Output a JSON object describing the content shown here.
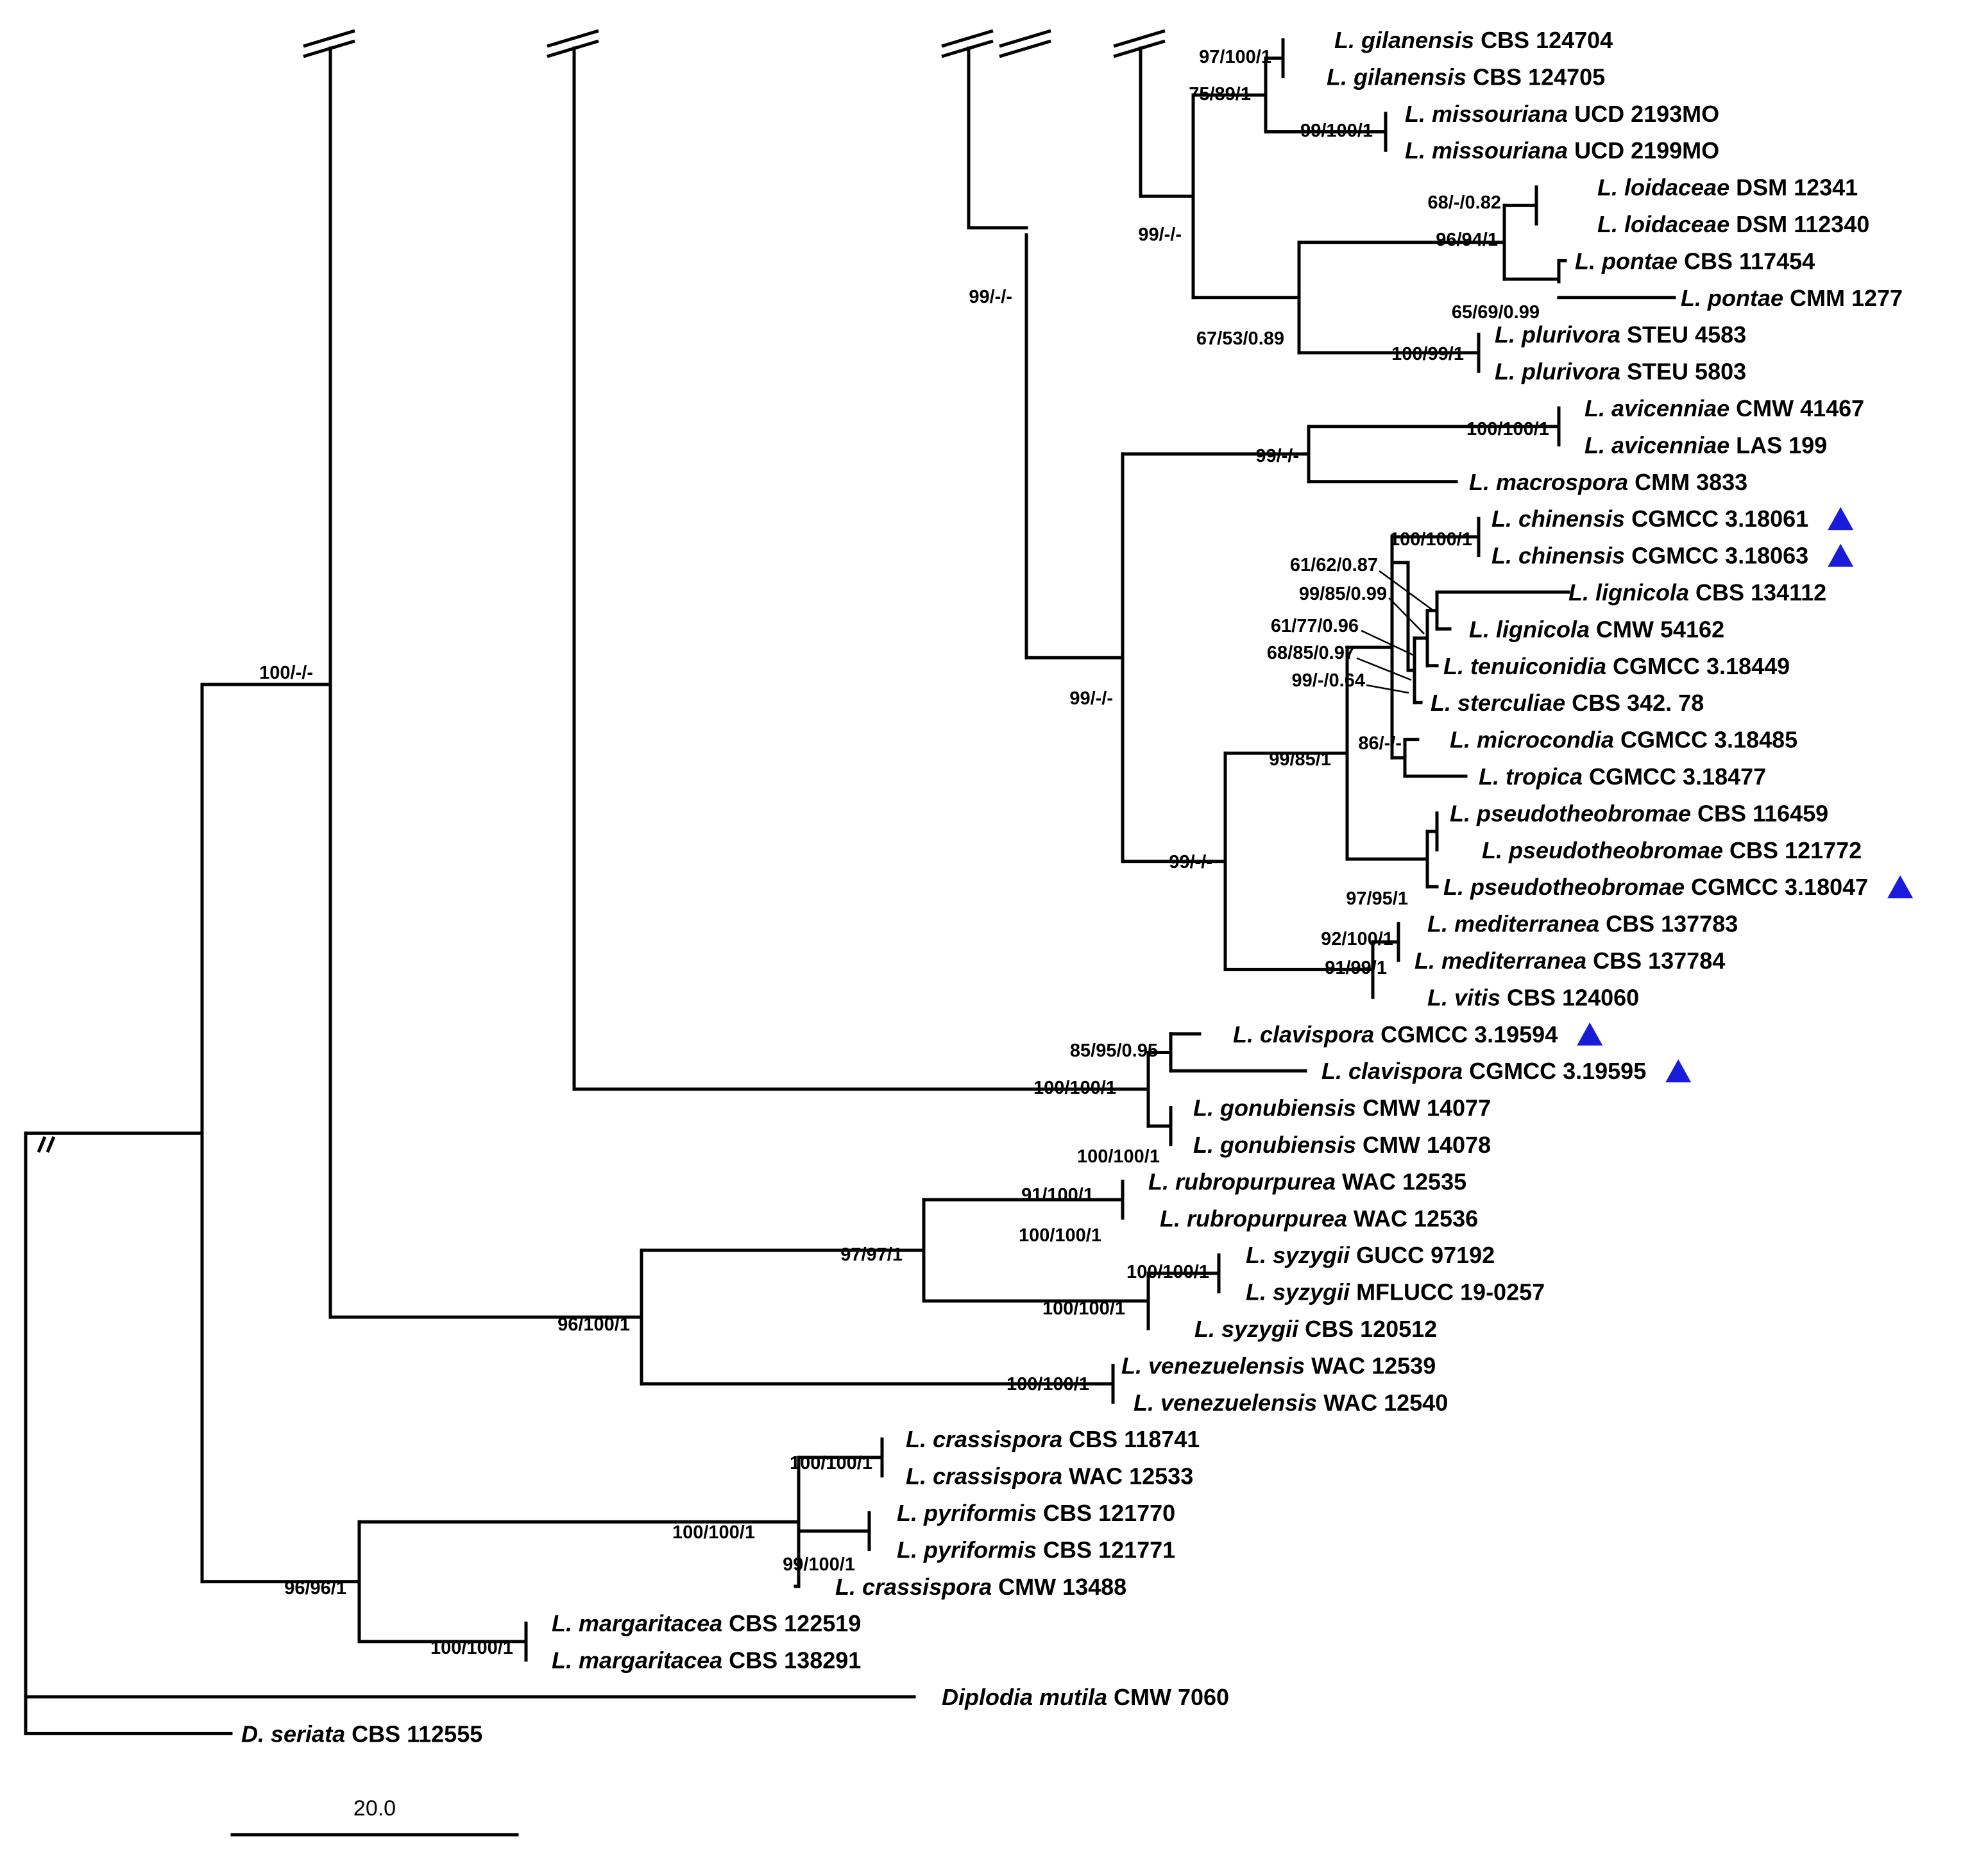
{
  "taxa": [
    {
      "id": "t1",
      "genus": "L. gilanensis",
      "strain": "CBS 124704"
    },
    {
      "id": "t2",
      "genus": "L. gilanensis",
      "strain": "CBS 124705"
    },
    {
      "id": "t3",
      "genus": "L. missouriana",
      "strain": "UCD 2193MO"
    },
    {
      "id": "t4",
      "genus": "L. missouriana",
      "strain": "UCD 2199MO"
    },
    {
      "id": "t5",
      "genus": "L. loidaceae",
      "strain": "DSM 12341"
    },
    {
      "id": "t6",
      "genus": "L. loidaceae",
      "strain": "DSM 112340"
    },
    {
      "id": "t7",
      "genus": "L. pontae",
      "strain": "CBS 117454"
    },
    {
      "id": "t8",
      "genus": "L. pontae",
      "strain": "CMM 1277"
    },
    {
      "id": "t9",
      "genus": "L. plurivora",
      "strain": "STEU 4583"
    },
    {
      "id": "t10",
      "genus": "L. plurivora",
      "strain": "STEU 5803"
    },
    {
      "id": "t11",
      "genus": "L. avicenniae",
      "strain": "CMW 41467"
    },
    {
      "id": "t12",
      "genus": "L. avicenniae",
      "strain": "LAS 199"
    },
    {
      "id": "t13",
      "genus": "L. macrospora",
      "strain": "CMM 3833"
    },
    {
      "id": "t14",
      "genus": "L. chinensis",
      "strain": "CGMCC 3.18061",
      "marker": true
    },
    {
      "id": "t15",
      "genus": "L. chinensis",
      "strain": "CGMCC 3.18063",
      "marker": true
    },
    {
      "id": "t16",
      "genus": "L. lignicola",
      "strain": "CBS 134112"
    },
    {
      "id": "t17",
      "genus": "L. lignicola",
      "strain": "CMW 54162"
    },
    {
      "id": "t18",
      "genus": "L. tenuiconidia",
      "strain": "CGMCC 3.18449"
    },
    {
      "id": "t19",
      "genus": "L. sterculiae",
      "strain": "CBS 342. 78"
    },
    {
      "id": "t20",
      "genus": "L. microcondia",
      "strain": "CGMCC 3.18485"
    },
    {
      "id": "t21",
      "genus": "L. tropica",
      "strain": "CGMCC 3.18477"
    },
    {
      "id": "t22",
      "genus": "L. pseudotheobromae",
      "strain": "CBS 116459"
    },
    {
      "id": "t23",
      "genus": "L. pseudotheobromae",
      "strain": "CBS 121772"
    },
    {
      "id": "t24",
      "genus": "L. pseudotheobromae",
      "strain": "CGMCC 3.18047",
      "marker": true
    },
    {
      "id": "t25",
      "genus": "L. mediterranea",
      "strain": "CBS 137783"
    },
    {
      "id": "t26",
      "genus": "L. mediterranea",
      "strain": "CBS 137784"
    },
    {
      "id": "t27",
      "genus": "L. vitis",
      "strain": "CBS 124060"
    },
    {
      "id": "t28",
      "genus": "L. clavispora",
      "strain": "CGMCC 3.19594",
      "marker": true
    },
    {
      "id": "t29",
      "genus": "L. clavispora",
      "strain": "CGMCC 3.19595",
      "marker": true
    },
    {
      "id": "t30",
      "genus": "L. gonubiensis",
      "strain": "CMW 14077"
    },
    {
      "id": "t31",
      "genus": "L. gonubiensis",
      "strain": "CMW 14078"
    },
    {
      "id": "t32",
      "genus": "L. rubropurpurea",
      "strain": "WAC 12535"
    },
    {
      "id": "t33",
      "genus": "L. rubropurpurea",
      "strain": "WAC 12536"
    },
    {
      "id": "t34",
      "genus": "L. syzygii",
      "strain": "GUCC 97192"
    },
    {
      "id": "t35",
      "genus": "L. syzygii",
      "strain": "MFLUCC 19-0257"
    },
    {
      "id": "t36",
      "genus": "L. syzygii",
      "strain": "CBS 120512"
    },
    {
      "id": "t37",
      "genus": "L. venezuelensis",
      "strain": "WAC 12539"
    },
    {
      "id": "t38",
      "genus": "L. venezuelensis",
      "strain": "WAC 12540"
    },
    {
      "id": "t39",
      "genus": "L. crassispora",
      "strain": "CBS 118741"
    },
    {
      "id": "t40",
      "genus": "L. crassispora",
      "strain": "WAC 12533"
    },
    {
      "id": "t41",
      "genus": "L. pyriformis",
      "strain": "CBS 121770"
    },
    {
      "id": "t42",
      "genus": "L. pyriformis",
      "strain": "CBS 121771"
    },
    {
      "id": "t43",
      "genus": "L. crassispora",
      "strain": "CMW 13488"
    },
    {
      "id": "t44",
      "genus": "L. margaritacea",
      "strain": "CBS 122519"
    },
    {
      "id": "t45",
      "genus": "L. margaritacea",
      "strain": "CBS 138291"
    },
    {
      "id": "t46",
      "genus": "Diplodia mutila",
      "strain": "CMW 7060"
    },
    {
      "id": "t47",
      "genus": "D. seriata",
      "strain": "CBS 112555"
    }
  ],
  "supports": [
    {
      "id": "s1",
      "text": "97/100/1"
    },
    {
      "id": "s2",
      "text": "75/89/1"
    },
    {
      "id": "s3",
      "text": "99/100/1"
    },
    {
      "id": "s4",
      "text": "68/-/0.82"
    },
    {
      "id": "s5",
      "text": "96/94/1"
    },
    {
      "id": "s6",
      "text": "99/-/-"
    },
    {
      "id": "s7",
      "text": "65/69/0.99"
    },
    {
      "id": "s8",
      "text": "99/-/-"
    },
    {
      "id": "s9",
      "text": "67/53/0.89"
    },
    {
      "id": "s10",
      "text": "100/99/1"
    },
    {
      "id": "s11",
      "text": "100/100/1"
    },
    {
      "id": "s12",
      "text": "99/-/-"
    },
    {
      "id": "s13",
      "text": "100/100/1"
    },
    {
      "id": "s14",
      "text": "61/62/0.87"
    },
    {
      "id": "s15",
      "text": "99/85/0.99"
    },
    {
      "id": "s16",
      "text": "61/77/0.96"
    },
    {
      "id": "s17",
      "text": "68/85/0.97"
    },
    {
      "id": "s18",
      "text": "99/-/0.64"
    },
    {
      "id": "s19",
      "text": "100/-/-"
    },
    {
      "id": "s20",
      "text": "99/-/-"
    },
    {
      "id": "s21",
      "text": "86/-/-"
    },
    {
      "id": "s22",
      "text": "99/85/1"
    },
    {
      "id": "s23",
      "text": "99/-/-"
    },
    {
      "id": "s24",
      "text": "97/95/1"
    },
    {
      "id": "s25",
      "text": "92/100/1"
    },
    {
      "id": "s26",
      "text": "91/99/1"
    },
    {
      "id": "s27",
      "text": "85/95/0.95"
    },
    {
      "id": "s28",
      "text": "100/100/1"
    },
    {
      "id": "s29",
      "text": "100/100/1"
    },
    {
      "id": "s30",
      "text": "91/100/1"
    },
    {
      "id": "s31",
      "text": "100/100/1"
    },
    {
      "id": "s32",
      "text": "97/97/1"
    },
    {
      "id": "s33",
      "text": "100/100/1"
    },
    {
      "id": "s34",
      "text": "100/100/1"
    },
    {
      "id": "s35",
      "text": "96/100/1"
    },
    {
      "id": "s36",
      "text": "100/100/1"
    },
    {
      "id": "s37",
      "text": "100/100/1"
    },
    {
      "id": "s38",
      "text": "100/100/1"
    },
    {
      "id": "s39",
      "text": "99/100/1"
    },
    {
      "id": "s40",
      "text": "96/96/1"
    },
    {
      "id": "s41",
      "text": "100/100/1"
    }
  ],
  "scale_bar": {
    "label": "20.0"
  },
  "marker_color": "#1a1adb"
}
